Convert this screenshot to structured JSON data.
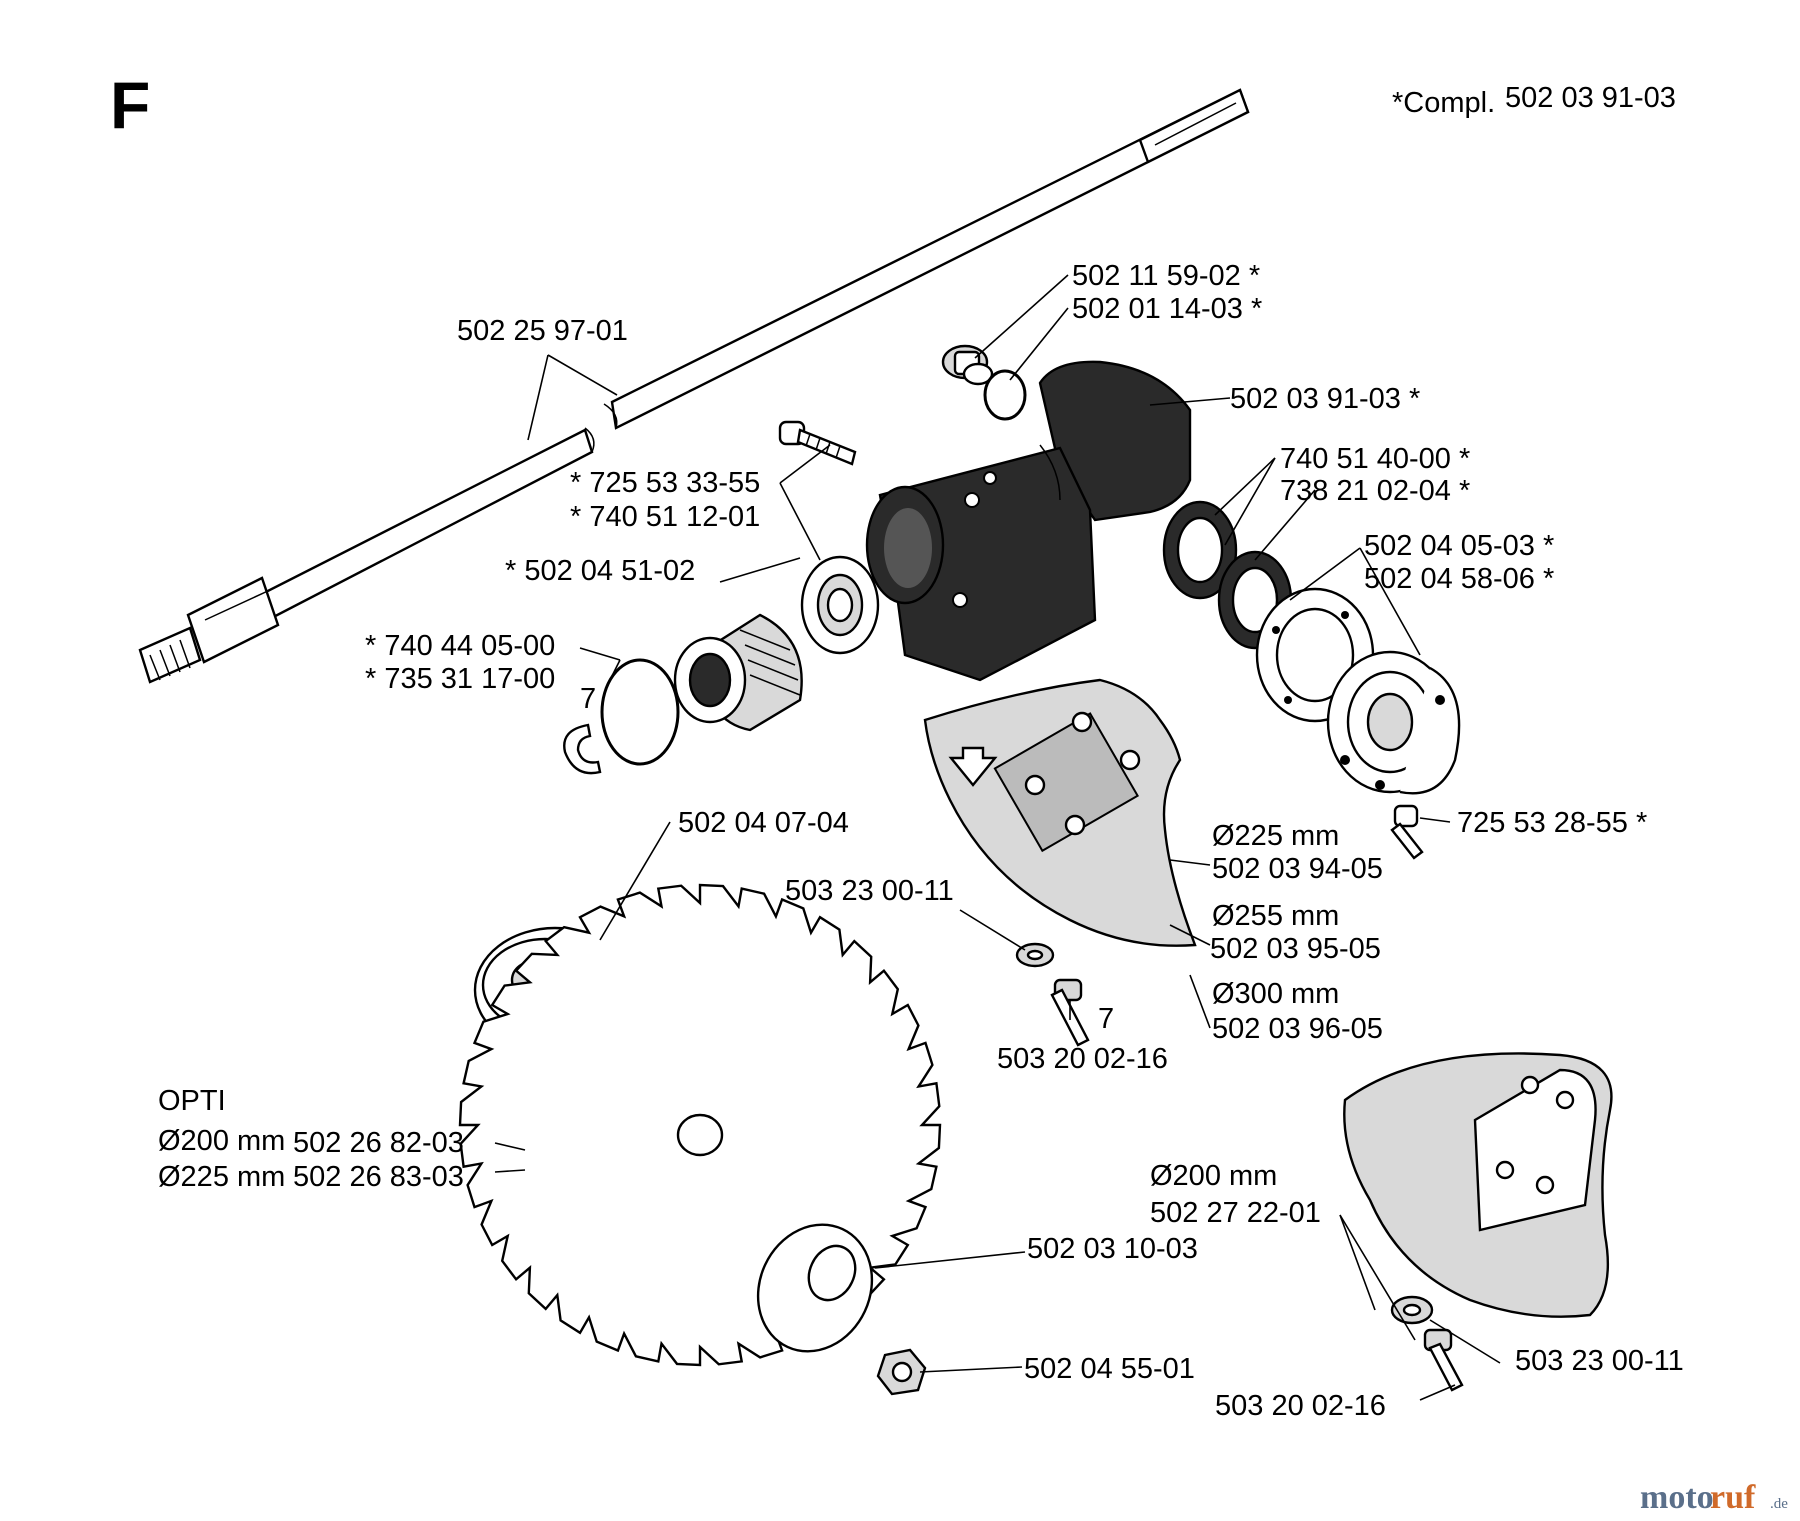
{
  "figure": {
    "letter": "F",
    "compl_label": "*Compl.",
    "compl_number": "502 03 91-03"
  },
  "labels": {
    "shaft": "502 25 97-01",
    "plug": "502 11 59-02 *",
    "oring_small": "502 01 14-03 *",
    "gear_housing": "502 03 91-03 *",
    "bearing_a": "740 51 40-00 *",
    "bearing_b": "738 21 02-04 *",
    "washer_a": "502 04 05-03 *",
    "flange_a": "502 04 58-06 *",
    "screw_a": "* 725 53 33-55",
    "bearing_c": "* 740 51 12-01",
    "sleeve": "* 502 04 51-02",
    "circlip": "* 740 44 05-00",
    "oring_large": "* 735 31 17-00",
    "screw_b": "725 53 28-55 *",
    "guard_d225": "Ø225 mm",
    "guard_pn225": "502 03 94-05",
    "guard_d255": "Ø255 mm",
    "guard_pn255": "502 03 95-05",
    "guard_d300": "Ø300 mm",
    "guard_pn300": "502 03 96-05",
    "support_cup": "502 04 07-04",
    "washer_small": "503 23 00-11",
    "bolt_small": "503 20 02-16",
    "opti": "OPTI",
    "blade_d200": "Ø200 mm",
    "blade_pn200": "502 26 82-03",
    "blade_d225": "Ø225 mm",
    "blade_pn225": "502 26 83-03",
    "thrust_washer": "502 03 10-03",
    "nut": "502 04 55-01",
    "guard2_dia": "Ø200 mm",
    "guard2_pn": "502 27 22-01",
    "guard2_washer": "503 23 00-11",
    "guard2_bolt": "503 20 02-16",
    "small_seven_a": "7",
    "small_seven_b": "7"
  },
  "watermark": {
    "part_a": "moto",
    "part_b": "ruf",
    "part_c": ".de"
  },
  "colors": {
    "ink": "#000000",
    "shade": "#d9d9d9",
    "dark": "#2a2a2a"
  }
}
